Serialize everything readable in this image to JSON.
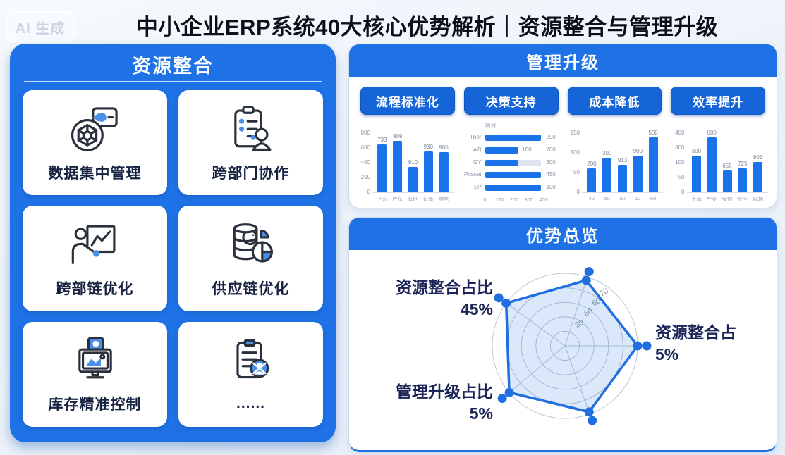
{
  "badge": {
    "label": "AI 生成"
  },
  "title": "中小企业ERP系统40大核心优势解析｜资源整合与管理升级",
  "colors": {
    "primary_blue": "#1e72e6",
    "chip_blue": "#1565d8",
    "bar_blue": "#1a73e8",
    "track_gray": "#dde4f0",
    "navy_text": "#1b2558",
    "grid_gray": "#bcc5d3"
  },
  "left_panel": {
    "title": "资源整合",
    "cards": [
      {
        "label": "数据集中管理",
        "icon": "gem-photo-icon"
      },
      {
        "label": "跨部门协作",
        "icon": "clipboard-person-icon"
      },
      {
        "label": "跨部链优化",
        "icon": "presenter-chart-icon"
      },
      {
        "label": "供应链优化",
        "icon": "database-pie-icon"
      },
      {
        "label": "库存精准控制",
        "icon": "monitor-chart-icon"
      },
      {
        "label": "......",
        "icon": "document-person-icon"
      }
    ]
  },
  "management_panel": {
    "title": "管理升级",
    "buttons": [
      {
        "label": "流程标准化"
      },
      {
        "label": "决策支持"
      },
      {
        "label": "成本降低"
      },
      {
        "label": "效率提升"
      }
    ]
  },
  "overview_panel": {
    "title": "优势总览",
    "labels": [
      {
        "text": "资源整合占比",
        "value": "45%"
      },
      {
        "text": "资源整合占",
        "value": "5%"
      },
      {
        "text": "管理升级占比",
        "value": "5%"
      }
    ]
  },
  "chart_data": [
    {
      "type": "bar",
      "panel": "流程标准化",
      "categories": [
        "上东",
        "严东",
        "有区",
        "设备",
        "零售"
      ],
      "values": [
        650,
        700,
        340,
        550,
        545
      ],
      "data_labels": [
        "733",
        "909",
        "910",
        "930",
        "900"
      ],
      "yticks": [
        "800",
        "600",
        "400",
        "200",
        "0"
      ],
      "ylim": [
        0,
        800
      ],
      "grid": false,
      "bar_color": "#1a73e8"
    },
    {
      "type": "bar",
      "orientation": "horizontal",
      "panel": "决策支持",
      "title": "项目",
      "categories": [
        "Thor",
        "WB",
        "GY",
        "Posset",
        "SP"
      ],
      "values": [
        385,
        230,
        230,
        385,
        385
      ],
      "value_labels": [
        "290",
        "700",
        "600",
        "450",
        "100"
      ],
      "mid_labels": [
        null,
        "100",
        null,
        null,
        null
      ],
      "tracks": [
        false,
        false,
        true,
        false,
        false
      ],
      "xticks": [
        "0",
        "100",
        "200",
        "300",
        "400"
      ],
      "xlim": [
        0,
        400
      ],
      "bar_color": "#1a73e8"
    },
    {
      "type": "bar",
      "panel": "成本降低",
      "categories": [
        "42",
        "50",
        "50",
        "10",
        "60"
      ],
      "values": [
        60,
        88,
        70,
        93,
        140
      ],
      "data_labels": [
        "200",
        "300",
        "913",
        "900",
        "500"
      ],
      "yticks": [
        "150",
        "100",
        "50",
        "0"
      ],
      "ylim": [
        0,
        150
      ],
      "bar_color": "#1a73e8"
    },
    {
      "type": "bar",
      "panel": "效率提升",
      "categories": [
        "上海",
        "严亚",
        "安创",
        "金应",
        "现场"
      ],
      "values": [
        250,
        370,
        150,
        160,
        205
      ],
      "data_labels": [
        "300",
        "600",
        "655",
        "725",
        "901"
      ],
      "yticks": [
        "400",
        "300",
        "100",
        "50",
        "0"
      ],
      "ylim": [
        0,
        400
      ],
      "bar_color": "#1a73e8"
    },
    {
      "type": "radar",
      "panel": "优势总览",
      "ring_fracs": [
        0.2,
        0.4,
        0.6,
        0.8,
        1.0
      ],
      "ring_labels": [
        "30",
        "60",
        "60",
        "70"
      ],
      "angles_deg": [
        288,
        0,
        70,
        140,
        216
      ],
      "values": [
        0.95,
        1.0,
        0.97,
        1.0,
        1.0
      ],
      "axis_labels": [
        {
          "text": "资源整合占比",
          "value": "45%"
        },
        {
          "text": "资源整合占",
          "value": "5%"
        },
        {
          "text": "管理升级占比",
          "value": "5%"
        }
      ],
      "stroke": "#1f6fe0",
      "fill": "rgba(31,111,224,0.16)"
    }
  ]
}
